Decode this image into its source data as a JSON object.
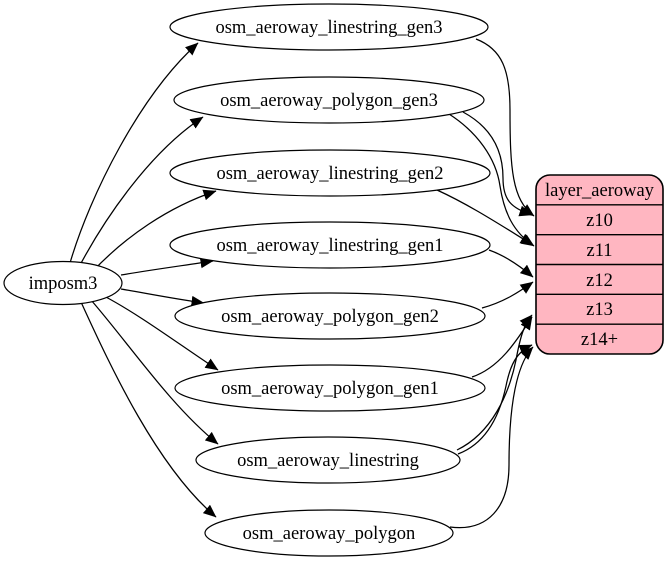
{
  "diagram": {
    "source_node": {
      "label": "imposm3"
    },
    "table_nodes": [
      {
        "label": "osm_aeroway_linestring_gen3"
      },
      {
        "label": "osm_aeroway_polygon_gen3"
      },
      {
        "label": "osm_aeroway_linestring_gen2"
      },
      {
        "label": "osm_aeroway_linestring_gen1"
      },
      {
        "label": "osm_aeroway_polygon_gen2"
      },
      {
        "label": "osm_aeroway_polygon_gen1"
      },
      {
        "label": "osm_aeroway_linestring"
      },
      {
        "label": "osm_aeroway_polygon"
      }
    ],
    "layer_node": {
      "title": "layer_aeroway",
      "rows": [
        "z10",
        "z11",
        "z12",
        "z13",
        "z14+"
      ],
      "fill_color": "#ffb6c1",
      "stroke_color": "#000000"
    },
    "colors": {
      "node_fill": "#ffffff",
      "edge": "#000000",
      "text": "#000000"
    },
    "edges": [
      {
        "from": "imposm3",
        "to": "osm_aeroway_linestring_gen3"
      },
      {
        "from": "imposm3",
        "to": "osm_aeroway_polygon_gen3"
      },
      {
        "from": "imposm3",
        "to": "osm_aeroway_linestring_gen2"
      },
      {
        "from": "imposm3",
        "to": "osm_aeroway_linestring_gen1"
      },
      {
        "from": "imposm3",
        "to": "osm_aeroway_polygon_gen2"
      },
      {
        "from": "imposm3",
        "to": "osm_aeroway_polygon_gen1"
      },
      {
        "from": "imposm3",
        "to": "osm_aeroway_linestring"
      },
      {
        "from": "imposm3",
        "to": "osm_aeroway_polygon"
      },
      {
        "from": "osm_aeroway_linestring_gen3",
        "to": "layer_aeroway:z10"
      },
      {
        "from": "osm_aeroway_polygon_gen3",
        "to": "layer_aeroway:z10"
      },
      {
        "from": "osm_aeroway_polygon_gen3",
        "to": "layer_aeroway:z11"
      },
      {
        "from": "osm_aeroway_linestring_gen2",
        "to": "layer_aeroway:z11"
      },
      {
        "from": "osm_aeroway_linestring_gen1",
        "to": "layer_aeroway:z12"
      },
      {
        "from": "osm_aeroway_polygon_gen2",
        "to": "layer_aeroway:z12"
      },
      {
        "from": "osm_aeroway_polygon_gen1",
        "to": "layer_aeroway:z13"
      },
      {
        "from": "osm_aeroway_linestring",
        "to": "layer_aeroway:z13"
      },
      {
        "from": "osm_aeroway_linestring",
        "to": "layer_aeroway:z14+"
      },
      {
        "from": "osm_aeroway_polygon",
        "to": "layer_aeroway:z14+"
      }
    ]
  }
}
